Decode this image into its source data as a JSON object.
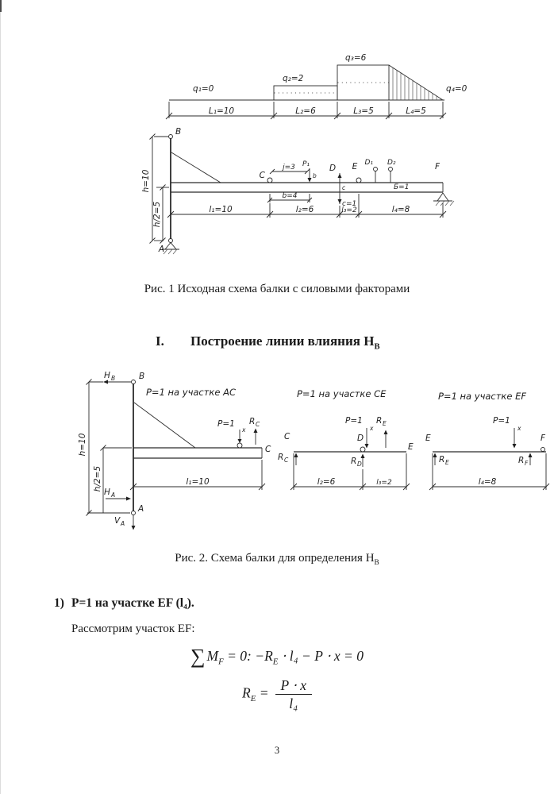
{
  "page": {
    "number": "3"
  },
  "fig1": {
    "caption": "Рис. 1 Исходная схема балки с силовыми факторами",
    "load_diagram": {
      "q1": "q₁=0",
      "q2": "q₂=2",
      "q3": "q₃=6",
      "q4": "q₄=0",
      "L1": "L₁=10",
      "L2": "L₂=6",
      "L3": "L₃=5",
      "L4": "L₄=5"
    },
    "beam": {
      "A": "A",
      "B": "B",
      "C": "C",
      "D": "D",
      "E": "E",
      "F": "F",
      "D1": "D₁",
      "D2": "D₂",
      "h": "h=10",
      "h2": "h/2=5",
      "j": "j=3",
      "P1": "P₁",
      "b_small": "b",
      "b": "b=4",
      "c_small": "c",
      "c": "c=1",
      "B_dim": "Б=1",
      "l1": "l₁=10",
      "l2": "l₂=6",
      "l3": "l₃=2",
      "l4": "l₄=8"
    }
  },
  "heading": {
    "numeral": "I.",
    "title": "Построение линии влияния Н",
    "subscript": "В"
  },
  "fig2": {
    "caption": "Рис. 2. Схема балки для определения Н",
    "caption_sub": "В",
    "left": {
      "title": "P=1 на участке АС",
      "HB": "H",
      "HB_sub": "B",
      "B": "B",
      "P": "P=1",
      "x": "x",
      "RC": "R",
      "RC_sub": "C",
      "C": "C",
      "l1": "l₁=10",
      "h": "h=10",
      "h2": "h/2=5",
      "HA": "H",
      "HA_sub": "A",
      "A": "A",
      "VA": "V",
      "VA_sub": "A"
    },
    "middle": {
      "title": "P=1 на участке СЕ",
      "C": "C",
      "RC": "R",
      "RC_sub": "C",
      "P": "P=1",
      "x": "x",
      "RE": "R",
      "RE_sub": "E",
      "D": "D",
      "RD": "R",
      "RD_sub": "D",
      "E": "E",
      "l2": "l₂=6",
      "l3": "l₃=2"
    },
    "right": {
      "title": "P=1 на участке EF",
      "E": "E",
      "RE": "R",
      "RE_sub": "E",
      "P": "P=1",
      "x": "x",
      "F": "F",
      "RF": "R",
      "RF_sub": "F",
      "l4": "l₄=8"
    }
  },
  "section": {
    "item_number": "1)",
    "item_text": "P=1 на участке EF (l₄).",
    "paragraph": "Рассмотрим участок EF:"
  },
  "formulas": {
    "f1": {
      "sum": "∑",
      "m": "M",
      "m_sub": "F",
      "part2": " = 0:  −R",
      "sub_e": "E",
      "part3": " ⋅ l₄ − P ⋅ x = 0"
    },
    "f2": {
      "r": "R",
      "r_sub": "E",
      "eq": " =",
      "num": "P ⋅ x",
      "den": "l₄"
    }
  }
}
